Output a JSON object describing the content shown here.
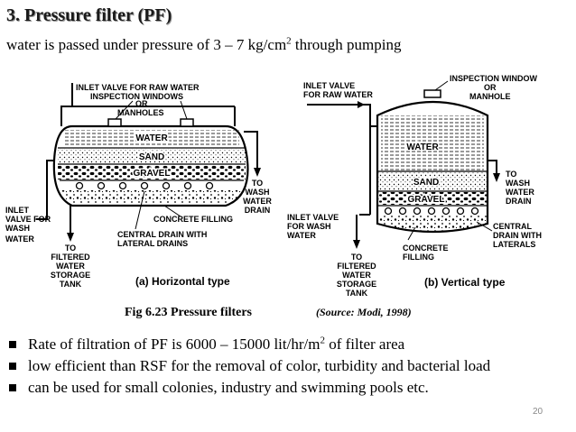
{
  "slide": {
    "title": "3. Pressure filter (PF)",
    "subtitle": {
      "before": "water is passed under pressure of 3 – 7 kg/cm",
      "sup": "2",
      "after": " through pumping"
    },
    "page_number": "20"
  },
  "figure": {
    "horizontal": {
      "labels": {
        "inlet_raw": "INLET VALVE FOR RAW WATER",
        "inspection1": "INSPECTION WINDOWS",
        "inspection2": "OR",
        "inspection3": "MANHOLES",
        "water": "WATER",
        "sand": "SAND",
        "gravel": "GRAVEL",
        "concrete": "CONCRETE FILLING",
        "drain1": "CENTRAL DRAIN WITH",
        "drain2": "LATERAL DRAINS",
        "inlet_wash1": "INLET",
        "inlet_wash2": "VALVE FOR",
        "inlet_wash3": "WASH",
        "inlet_wash4": "WATER",
        "to_filtered1": "TO",
        "to_filtered2": "FILTERED",
        "to_filtered3": "WATER",
        "to_filtered4": "STORAGE",
        "to_filtered5": "TANK",
        "to_wash1": "TO",
        "to_wash2": "WASH",
        "to_wash3": "WATER",
        "to_wash4": "DRAIN"
      },
      "caption": "(a) Horizontal type"
    },
    "vertical": {
      "labels": {
        "inlet_raw1": "INLET VALVE",
        "inlet_raw2": "FOR RAW WATER",
        "inspection1": "INSPECTION WINDOW",
        "inspection2": "OR",
        "inspection3": "MANHOLE",
        "water": "WATER",
        "sand": "SAND",
        "gravel": "GRAVEL",
        "to_wash1": "TO",
        "to_wash2": "WASH",
        "to_wash3": "WATER",
        "to_wash4": "DRAIN",
        "inlet_wash1": "INLET VALVE",
        "inlet_wash2": "FOR WASH",
        "inlet_wash3": "WATER",
        "to_filtered1": "TO",
        "to_filtered2": "FILTERED",
        "to_filtered3": "WATER",
        "to_filtered4": "STORAGE",
        "to_filtered5": "TANK",
        "concrete1": "CONCRETE",
        "concrete2": "FILLING",
        "drain1": "CENTRAL",
        "drain2": "DRAIN WITH",
        "drain3": "LATERALS"
      },
      "caption": "(b) Vertical type"
    },
    "fig_label": "Fig 6.23 Pressure filters",
    "fig_source": "(Source: Modi, 1998)"
  },
  "bullets": [
    {
      "before": "Rate of filtration of PF is 6000 – 15000 lit/hr/m",
      "sup": "2",
      "after": " of filter area"
    },
    {
      "before": "low efficient than RSF for the removal of color, turbidity and bacterial load",
      "sup": "",
      "after": ""
    },
    {
      "before": "can be used for small colonies, industry and swimming pools etc.",
      "sup": "",
      "after": ""
    }
  ]
}
